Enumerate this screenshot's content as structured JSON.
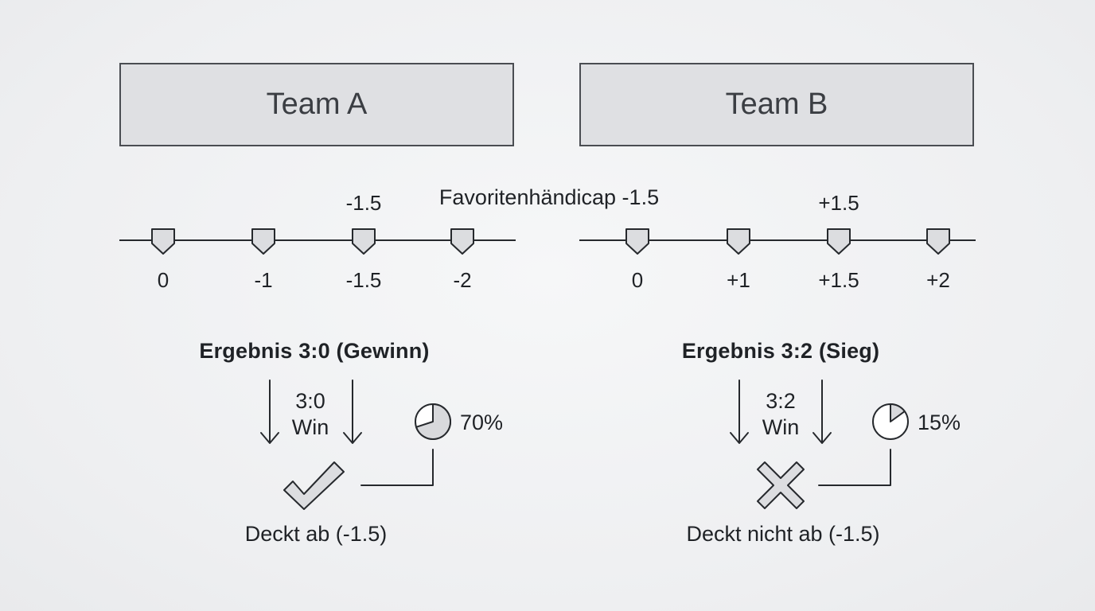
{
  "teams": {
    "a": "Team A",
    "b": "Team B"
  },
  "handicap_caption": "Favoritenhändicap -1.5",
  "left": {
    "marker_label": "-1.5",
    "ticks": [
      "0",
      "-1",
      "-1.5",
      "-2"
    ],
    "result": "Ergebnis 3:0 (Gewinn)",
    "score": "3:0",
    "win": "Win",
    "probability": "70%",
    "probability_value": 0.7,
    "outcome_icon": "checkmark-icon",
    "verdict": "Deckt ab (-1.5)"
  },
  "right": {
    "marker_label": "+1.5",
    "ticks": [
      "0",
      "+1",
      "+1.5",
      "+2"
    ],
    "result": "Ergebnis 3:2 (Sieg)",
    "score": "3:2",
    "win": "Win",
    "probability": "15%",
    "probability_value": 0.15,
    "outcome_icon": "cross-icon",
    "verdict": "Deckt nicht ab (-1.5)"
  },
  "colors": {
    "stroke": "#26292d",
    "fill": "#dcdde0",
    "box_fill": "#dfe0e3"
  }
}
